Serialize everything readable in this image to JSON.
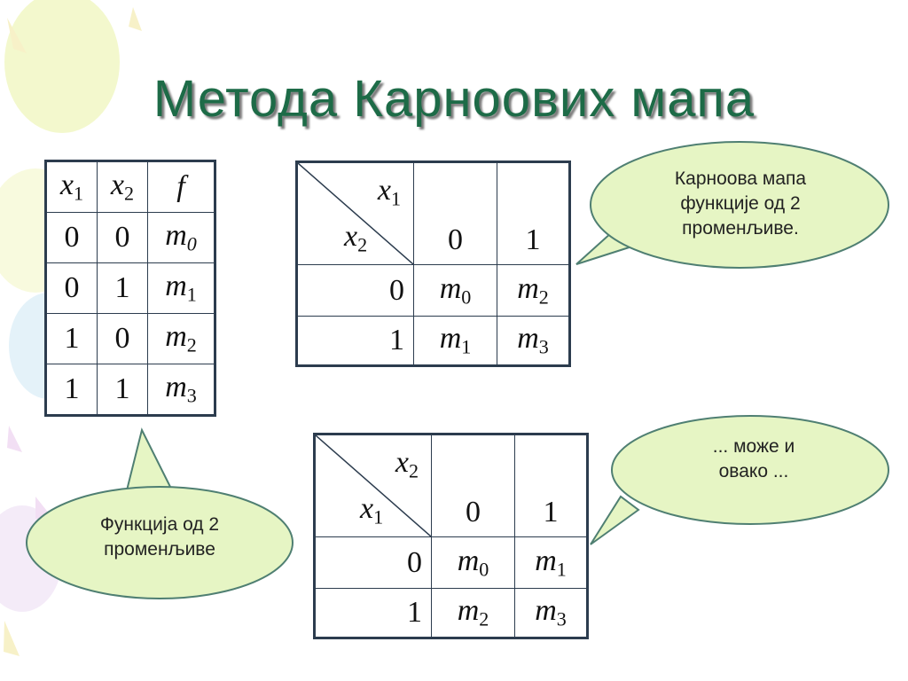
{
  "title": "Метода Карноових мапа",
  "truth_table": {
    "headers": [
      "x",
      "1",
      "x",
      "2",
      "f"
    ],
    "rows": [
      {
        "x1": "0",
        "x2": "0",
        "m": "m",
        "i": "0"
      },
      {
        "x1": "0",
        "x2": "1",
        "m": "m",
        "i": "1"
      },
      {
        "x1": "1",
        "x2": "0",
        "m": "m",
        "i": "2"
      },
      {
        "x1": "1",
        "x2": "1",
        "m": "m",
        "i": "3"
      }
    ]
  },
  "kmap1": {
    "corner_top": {
      "v": "x",
      "s": "1"
    },
    "corner_bottom": {
      "v": "x",
      "s": "2"
    },
    "col_headers": [
      "0",
      "1"
    ],
    "rows": [
      {
        "head": "0",
        "cells": [
          {
            "v": "m",
            "s": "0"
          },
          {
            "v": "m",
            "s": "2"
          }
        ]
      },
      {
        "head": "1",
        "cells": [
          {
            "v": "m",
            "s": "1"
          },
          {
            "v": "m",
            "s": "3"
          }
        ]
      }
    ]
  },
  "kmap2": {
    "corner_top": {
      "v": "x",
      "s": "2"
    },
    "corner_bottom": {
      "v": "x",
      "s": "1"
    },
    "col_headers": [
      "0",
      "1"
    ],
    "rows": [
      {
        "head": "0",
        "cells": [
          {
            "v": "m",
            "s": "0"
          },
          {
            "v": "m",
            "s": "1"
          }
        ]
      },
      {
        "head": "1",
        "cells": [
          {
            "v": "m",
            "s": "2"
          },
          {
            "v": "m",
            "s": "3"
          }
        ]
      }
    ]
  },
  "callouts": {
    "kmap_note": [
      "Карноова мапа",
      "функције од 2",
      "променљиве."
    ],
    "alt_note": [
      "... може и",
      "овако ..."
    ],
    "func_note": [
      "Функција од 2",
      "променљиве"
    ]
  },
  "colors": {
    "title": "#1d6b47",
    "bubble_fill": "#e6f5c4",
    "bubble_stroke": "#4f7f72",
    "table_border": "#2c3c4e"
  }
}
